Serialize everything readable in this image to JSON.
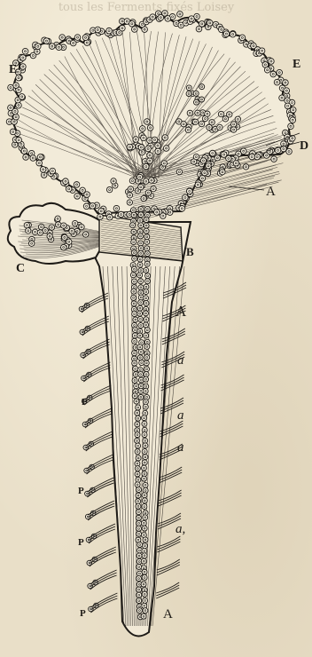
{
  "plate": {
    "ghost_text": "tous les Ferments fixés Loisey",
    "labels": {
      "E_left": "E",
      "E_right": "E",
      "D": "D",
      "A_upper": "A",
      "B": "B",
      "C": "C",
      "A_middle": "A",
      "a_1": "a",
      "a_2": "a",
      "a_3": "a",
      "a_4": "a,",
      "P_1": "P",
      "P_2": "P",
      "P_3": "P",
      "P_4": "P",
      "A_lower": "A"
    },
    "colors": {
      "paper": "#e9dfc8",
      "ink": "#1d1a16",
      "cell_fill": "#f6f0e0",
      "bleed_through": "#a59a85"
    }
  }
}
